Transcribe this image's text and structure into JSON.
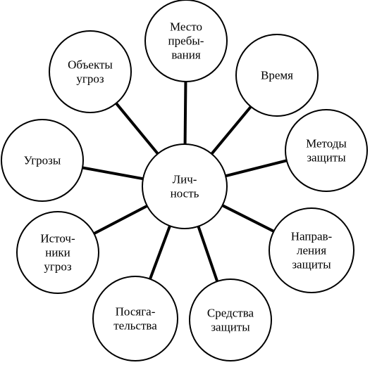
{
  "diagram": {
    "center": {
      "lines": [
        "Лич-",
        "ность"
      ]
    },
    "nodes": [
      {
        "id": "mesto",
        "lines": [
          "Место",
          "пребы-",
          "вания"
        ]
      },
      {
        "id": "vremya",
        "lines": [
          "Время"
        ]
      },
      {
        "id": "metody",
        "lines": [
          "Методы",
          "защиты"
        ]
      },
      {
        "id": "napravleniya",
        "lines": [
          "Направ-",
          "ления",
          "защиты"
        ]
      },
      {
        "id": "sredstva",
        "lines": [
          "Средства",
          "защиты"
        ]
      },
      {
        "id": "posyagatelstva",
        "lines": [
          "Посяга-",
          "тельства"
        ]
      },
      {
        "id": "istochniki",
        "lines": [
          "Источ-",
          "ники",
          "угроз"
        ]
      },
      {
        "id": "ugrozy",
        "lines": [
          "Угрозы"
        ]
      },
      {
        "id": "obekty",
        "lines": [
          "Объекты",
          "угроз"
        ]
      }
    ]
  }
}
